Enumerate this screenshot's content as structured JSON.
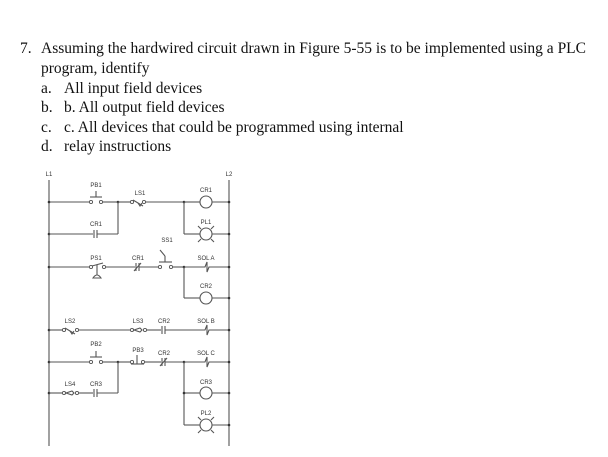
{
  "question": {
    "number": "7.",
    "line1": "Assuming the hardwired circuit drawn in Figure 5-55 is to be implemented using a PLC",
    "line2": "program, identify",
    "items": [
      {
        "marker": "a.",
        "text": " All input field devices"
      },
      {
        "marker": "b.",
        "text": "b. All output field devices"
      },
      {
        "marker": "c.",
        "text": "c. All devices that could be programmed using internal"
      },
      {
        "marker": "d.",
        "text": "relay instructions"
      }
    ]
  },
  "diagram": {
    "rails": {
      "left": "L1",
      "right": "L2"
    },
    "labels": {
      "pb1": "PB1",
      "ls1": "LS1",
      "cr1_coil": "CR1",
      "cr1_contact": "CR1",
      "pl1": "PL1",
      "ss1": "SS1",
      "ps1": "PS1",
      "cr1_nc": "CR1",
      "sol_a": "SOL A",
      "cr2_coil": "CR2",
      "ls2": "LS2",
      "ls3": "LS3",
      "cr2_no": "CR2",
      "sol_b": "SOL B",
      "pb2": "PB2",
      "pb3": "PB3",
      "cr2_nc": "CR2",
      "sol_c": "SOL C",
      "ls4": "LS4",
      "cr3_contact": "CR3",
      "cr3_coil": "CR3",
      "pl2": "PL2"
    }
  }
}
